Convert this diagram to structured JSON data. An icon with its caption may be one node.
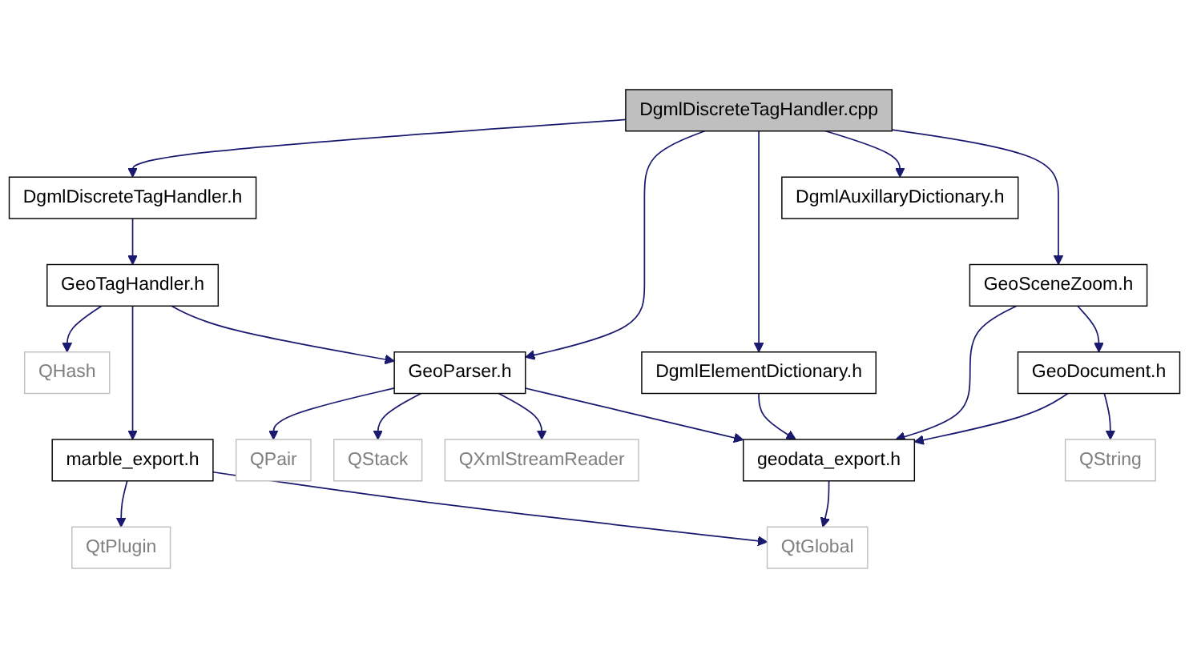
{
  "diagram": {
    "nodes": [
      {
        "text": [
          "DgmlDiscreteTagHandler.cpp"
        ]
      },
      {
        "text": [
          "DgmlDiscreteTagHandler.h"
        ]
      },
      {
        "text": [
          "DgmlAuxillaryDictionary.h"
        ]
      },
      {
        "text": [
          "GeoTagHandler.h"
        ]
      },
      {
        "text": [
          "DgmlElementDictionary.h"
        ]
      },
      {
        "text": [
          "GeoSceneZoom.h"
        ]
      },
      {
        "text": [
          "QHash"
        ]
      },
      {
        "text": [
          "marble_export.h"
        ]
      },
      {
        "text": [
          "GeoParser.h"
        ]
      },
      {
        "text": [
          "GeoDocument.h"
        ]
      },
      {
        "text": [
          "QtPlugin"
        ]
      },
      {
        "text": [
          "QPair"
        ]
      },
      {
        "text": [
          "QStack"
        ]
      },
      {
        "text": [
          "QXmlStreamReader"
        ]
      },
      {
        "text": [
          "geodata_export.h"
        ]
      },
      {
        "text": [
          "QString"
        ]
      },
      {
        "text": [
          "QtGlobal"
        ]
      }
    ],
    "edges": [
      {
        "from": 0,
        "to": 1,
        "arrow": "to"
      },
      {
        "from": 0,
        "to": 8,
        "arrow": "to"
      },
      {
        "from": 0,
        "to": 4,
        "arrow": "to"
      },
      {
        "from": 0,
        "to": 2,
        "arrow": "to"
      },
      {
        "from": 0,
        "to": 5,
        "arrow": "to"
      },
      {
        "from": 1,
        "to": 3,
        "arrow": "to"
      },
      {
        "from": 3,
        "to": 6,
        "arrow": "to"
      },
      {
        "from": 3,
        "to": 7,
        "arrow": "to"
      },
      {
        "from": 3,
        "to": 8,
        "arrow": "to"
      },
      {
        "from": 7,
        "to": 10,
        "arrow": "to"
      },
      {
        "from": 7,
        "to": 16,
        "arrow": "to"
      },
      {
        "from": 8,
        "to": 11,
        "arrow": "to"
      },
      {
        "from": 8,
        "to": 12,
        "arrow": "to"
      },
      {
        "from": 8,
        "to": 13,
        "arrow": "to"
      },
      {
        "from": 8,
        "to": 14,
        "arrow": "to"
      },
      {
        "from": 4,
        "to": 14,
        "arrow": "to"
      },
      {
        "from": 5,
        "to": 14,
        "arrow": "to"
      },
      {
        "from": 5,
        "to": 9,
        "arrow": "to"
      },
      {
        "from": 9,
        "to": 14,
        "arrow": "to"
      },
      {
        "from": 9,
        "to": 15,
        "arrow": "to"
      },
      {
        "from": 14,
        "to": 16,
        "arrow": "to"
      }
    ]
  }
}
